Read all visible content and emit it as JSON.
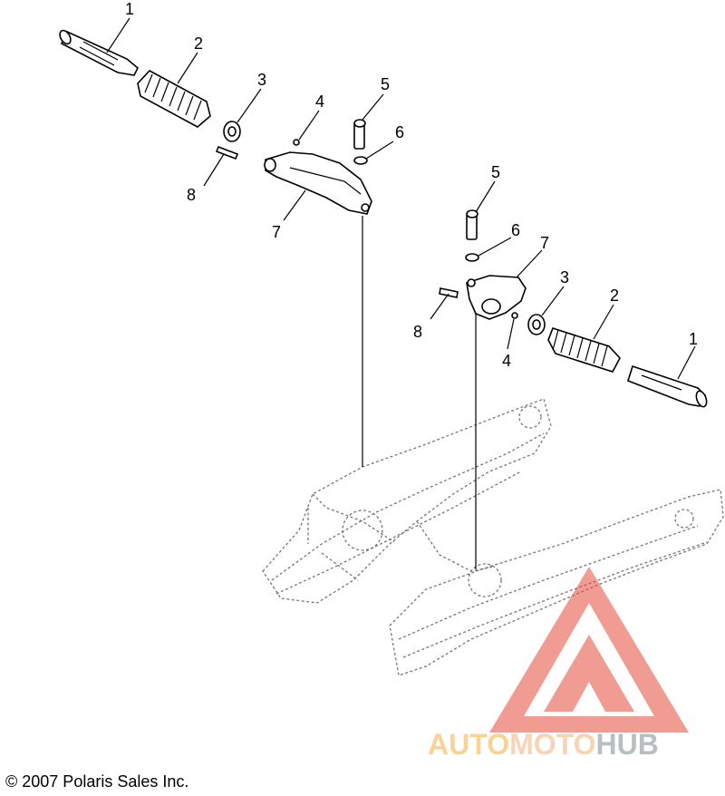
{
  "callouts": {
    "left": {
      "n1": "1",
      "n2": "2",
      "n3": "3",
      "n4": "4",
      "n5": "5",
      "n6": "6",
      "n7": "7",
      "n8": "8"
    },
    "right": {
      "n1": "1",
      "n2": "2",
      "n3": "3",
      "n4": "4",
      "n5": "5",
      "n6": "6",
      "n7": "7",
      "n8": "8"
    }
  },
  "copyright": "© 2007 Polaris Sales Inc.",
  "watermark": {
    "text_auto": "AUTO",
    "text_moto": "MOTO",
    "text_hub": "HUB",
    "color_auto": "#f5b041",
    "color_moto": "#f0b27a",
    "color_hub": "#7f8c8d",
    "triangle_color": "#e74c3c"
  }
}
